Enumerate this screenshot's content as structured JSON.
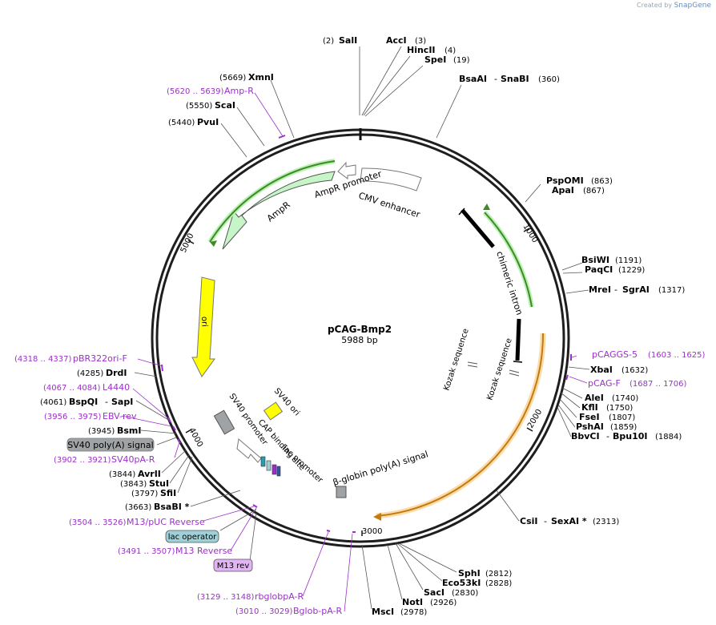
{
  "credit": {
    "prefix": "Created by",
    "brand": "SnapGene"
  },
  "plasmid": {
    "name": "pCAG-Bmp2",
    "length": "5988 bp"
  },
  "ticks": [
    "1000",
    "2000",
    "3000",
    "4000",
    "5000"
  ],
  "features": {
    "cmv_enhancer": "CMV enhancer",
    "ampr_promoter": "AmpR promoter",
    "ampr": "AmpR",
    "chimeric_intron": "chimeric intron",
    "ori": "ori",
    "sv40_ori": "SV40 ori",
    "sv40_promoter": "SV40 promoter",
    "cap_site": "CAP binding site",
    "lac_promoter": "lac promoter",
    "bglobin_polya": "β-globin poly(A) signal",
    "kozak1": "Kozak sequence",
    "kozak2": "Kozak sequence"
  },
  "sites": {
    "sali": {
      "name": "SalI",
      "pos": "(2)"
    },
    "acci": {
      "name": "AccI",
      "pos": "(3)"
    },
    "hincii": {
      "name": "HincII",
      "pos": "(4)"
    },
    "spei": {
      "name": "SpeI",
      "pos": "(19)"
    },
    "bsaai": {
      "name": "BsaAI",
      "sep": "-",
      "name2": "SnaBI",
      "pos": "(360)"
    },
    "pspomi": {
      "name": "PspOMI",
      "pos": "(863)"
    },
    "apai": {
      "name": "ApaI",
      "pos": "(867)"
    },
    "bsiwi": {
      "name": "BsiWI",
      "pos": "(1191)"
    },
    "paqci": {
      "name": "PaqCI",
      "pos": "(1229)"
    },
    "mrei": {
      "name": "MreI",
      "sep": "-",
      "name2": "SgrAI",
      "pos": "(1317)"
    },
    "xbai": {
      "name": "XbaI",
      "pos": "(1632)"
    },
    "alei": {
      "name": "AleI",
      "pos": "(1740)"
    },
    "kfli": {
      "name": "KflI",
      "pos": "(1750)"
    },
    "fsei": {
      "name": "FseI",
      "pos": "(1807)"
    },
    "pshai": {
      "name": "PshAI",
      "pos": "(1859)"
    },
    "bbvci": {
      "name": "BbvCI",
      "sep": "-",
      "name2": "Bpu10I",
      "pos": "(1884)"
    },
    "csii": {
      "name": "CsiI",
      "sep": "-",
      "name2": "SexAI *",
      "pos": "(2313)"
    },
    "sphi": {
      "name": "SphI",
      "pos": "(2812)"
    },
    "eco53ki": {
      "name": "Eco53kI",
      "pos": "(2828)"
    },
    "saci": {
      "name": "SacI",
      "pos": "(2830)"
    },
    "noti": {
      "name": "NotI",
      "pos": "(2926)"
    },
    "msci": {
      "name": "MscI",
      "pos": "(2978)"
    },
    "bsabi": {
      "name": "BsaBI *",
      "pos": "(3663)"
    },
    "sfii": {
      "name": "SfiI",
      "pos": "(3797)"
    },
    "stui": {
      "name": "StuI",
      "pos": "(3843)"
    },
    "avrii": {
      "name": "AvrII",
      "pos": "(3844)"
    },
    "bsmi": {
      "name": "BsmI",
      "pos": "(3945)"
    },
    "bspqi": {
      "name": "BspQI",
      "sep": "-",
      "name2": "SapI",
      "pos": "(4061)"
    },
    "drdi": {
      "name": "DrdI",
      "pos": "(4285)"
    },
    "pvui": {
      "name": "PvuI",
      "pos": "(5440)"
    },
    "scai": {
      "name": "ScaI",
      "pos": "(5550)"
    },
    "xmni": {
      "name": "XmnI",
      "pos": "(5669)"
    }
  },
  "primers": {
    "ampr_r": {
      "name": "Amp-R",
      "pos": "(5620 .. 5639)"
    },
    "pcaggs5": {
      "name": "pCAGGS-5",
      "pos": "(1603 .. 1625)"
    },
    "pcagf": {
      "name": "pCAG-F",
      "pos": "(1687 .. 1706)"
    },
    "pbr322": {
      "name": "pBR322ori-F",
      "pos": "(4318 .. 4337)"
    },
    "l4440": {
      "name": "L4440",
      "pos": "(4067 .. 4084)"
    },
    "ebvrev": {
      "name": "EBV-rev",
      "pos": "(3956 .. 3975)"
    },
    "sv40par": {
      "name": "SV40pA-R",
      "pos": "(3902 .. 3921)"
    },
    "m13puc": {
      "name": "M13/pUC Reverse",
      "pos": "(3504 .. 3526)"
    },
    "m13rev": {
      "name": "M13 Reverse",
      "pos": "(3491 .. 3507)"
    },
    "rbglobpa": {
      "name": "rbglobpA-R",
      "pos": "(3129 .. 3148)"
    },
    "bglobpa": {
      "name": "Bglob-pA-R",
      "pos": "(3010 .. 3029)"
    }
  },
  "boxes": {
    "sv40_polya": "SV40 poly(A) signal",
    "lac_operator": "lac operator",
    "m13_rev": "M13 rev"
  },
  "colors": {
    "enzyme": "#000000",
    "primer": "#9b30c8",
    "ampr_fill": "#c6f5c8",
    "ori_fill": "#ffff00",
    "orange_arrow": "#c57a10",
    "gray_box": "#a0a3a6",
    "lac_box": "#9fd0d8",
    "m13_box": "#e2b4f5"
  }
}
